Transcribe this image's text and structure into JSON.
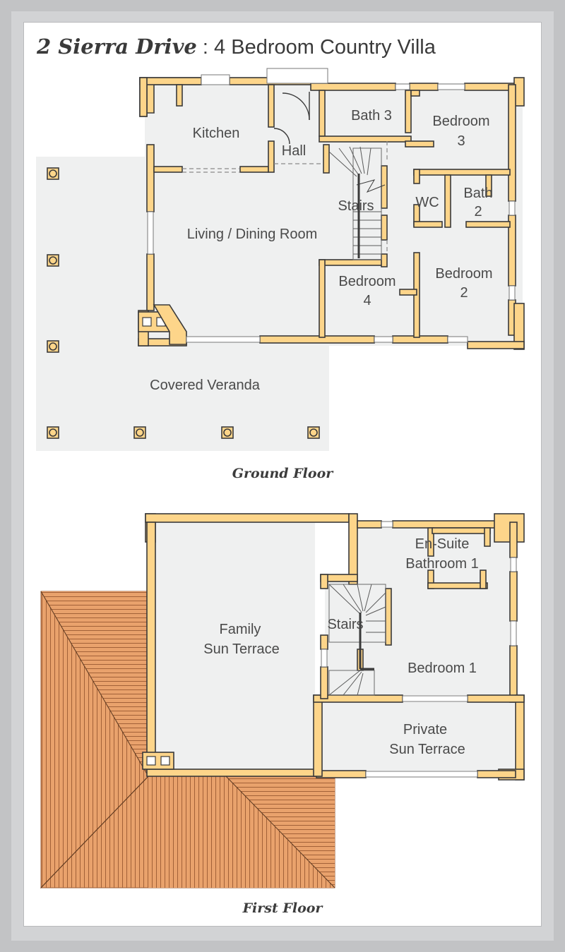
{
  "title": {
    "name": "2 Sierra Drive",
    "separator": " : ",
    "description": "4 Bedroom Country Villa"
  },
  "floors": {
    "ground": {
      "label": "Ground Floor",
      "rooms": {
        "kitchen": "Kitchen",
        "hall": "Hall",
        "bath3": "Bath 3",
        "bedroom3_line1": "Bedroom",
        "bedroom3_line2": "3",
        "stairs": "Stairs",
        "wc": "WC",
        "bath2_line1": "Bath",
        "bath2_line2": "2",
        "living": "Living / Dining Room",
        "bedroom4_line1": "Bedroom",
        "bedroom4_line2": "4",
        "bedroom2_line1": "Bedroom",
        "bedroom2_line2": "2",
        "veranda": "Covered Veranda"
      }
    },
    "first": {
      "label": "First Floor",
      "rooms": {
        "ensuite_line1": "En-Suite",
        "ensuite_line2": "Bathroom 1",
        "family_line1": "Family",
        "family_line2": "Sun Terrace",
        "stairs": "Stairs",
        "bedroom1": "Bedroom 1",
        "private_line1": "Private",
        "private_line2": "Sun Terrace"
      }
    }
  },
  "colors": {
    "wall": "#fdd58a",
    "floor": "#eff0f0",
    "roof": "#e8a06a",
    "outline": "#3a3a3a"
  }
}
